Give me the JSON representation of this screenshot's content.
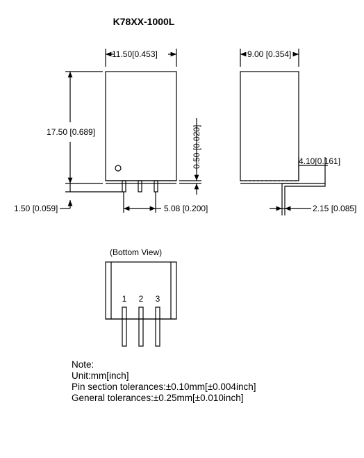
{
  "title": "K78XX-1000L",
  "front_view": {
    "width_label": "11.50[0.453]",
    "height_label": "17.50 [0.689]",
    "standoff_label": "0.50 [0.020]",
    "pin_length_label": "1.50 [0.059]",
    "pin_pitch_label": "5.08 [0.200]"
  },
  "side_view": {
    "depth_label": "9.00 [0.354]",
    "pin_offset_label": "4.10[0.161]",
    "pin_bend_label": "2.15 [0.085]"
  },
  "bottom_view": {
    "label": "(Bottom View)",
    "pins": [
      "1",
      "2",
      "3"
    ]
  },
  "notes": {
    "heading": "Note:",
    "unit": "Unit:mm[inch]",
    "pin_tolerance": "Pin section tolerances:±0.10mm[±0.004inch]",
    "general_tolerance": "General tolerances:±0.25mm[±0.010inch]"
  }
}
